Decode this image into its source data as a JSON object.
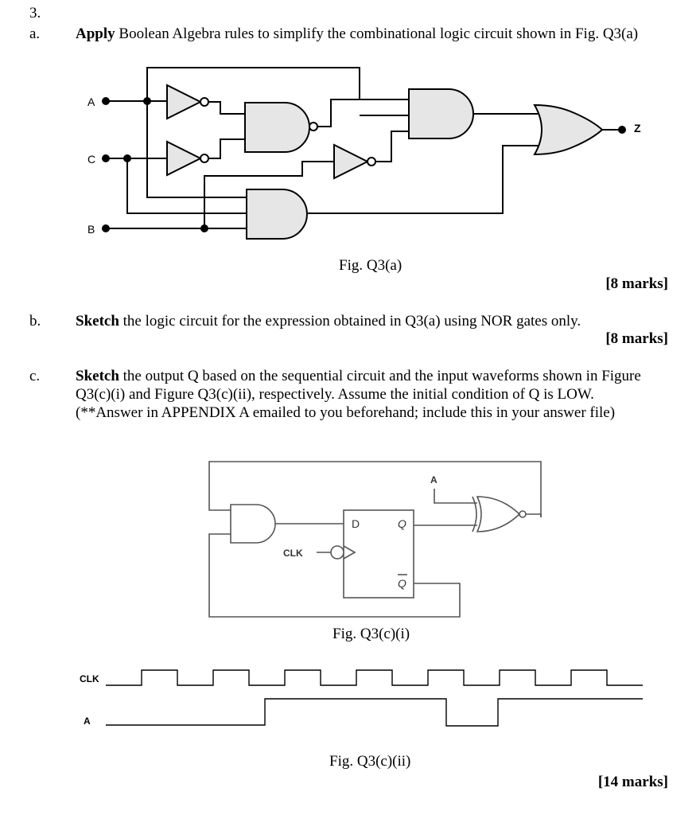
{
  "question_number": "3.",
  "part_a": {
    "letter": "a.",
    "verb": "Apply",
    "text": " Boolean Algebra rules to simplify the combinational logic circuit shown in Fig. Q3(a)",
    "figure_caption": "Fig. Q3(a)",
    "marks": "[8 marks]",
    "labels": {
      "a": "A",
      "c": "C",
      "b": "B",
      "z": "Z"
    }
  },
  "part_b": {
    "letter": "b.",
    "verb": "Sketch",
    "text": " the logic circuit for the expression obtained in Q3(a) using NOR gates only.",
    "marks": "[8 marks]"
  },
  "part_c": {
    "letter": "c.",
    "verb": "Sketch",
    "line1": " the output Q based on the sequential circuit and the input waveforms shown in Figure",
    "line2": "Q3(c)(i) and Figure Q3(c)(ii), respectively. Assume the initial condition of Q is LOW.",
    "line3": "(**Answer in APPENDIX A emailed to you beforehand; include this in your answer file)",
    "figure1_caption": "Fig. Q3(c)(i)",
    "figure1_labels": {
      "a": "A",
      "d": "D",
      "q": "Q",
      "qbar": "Q",
      "clk": "CLK"
    },
    "figure2_caption": "Fig. Q3(c)(ii)",
    "waveform_labels": {
      "clk": "CLK",
      "a": "A"
    },
    "marks": "[14 marks]"
  }
}
